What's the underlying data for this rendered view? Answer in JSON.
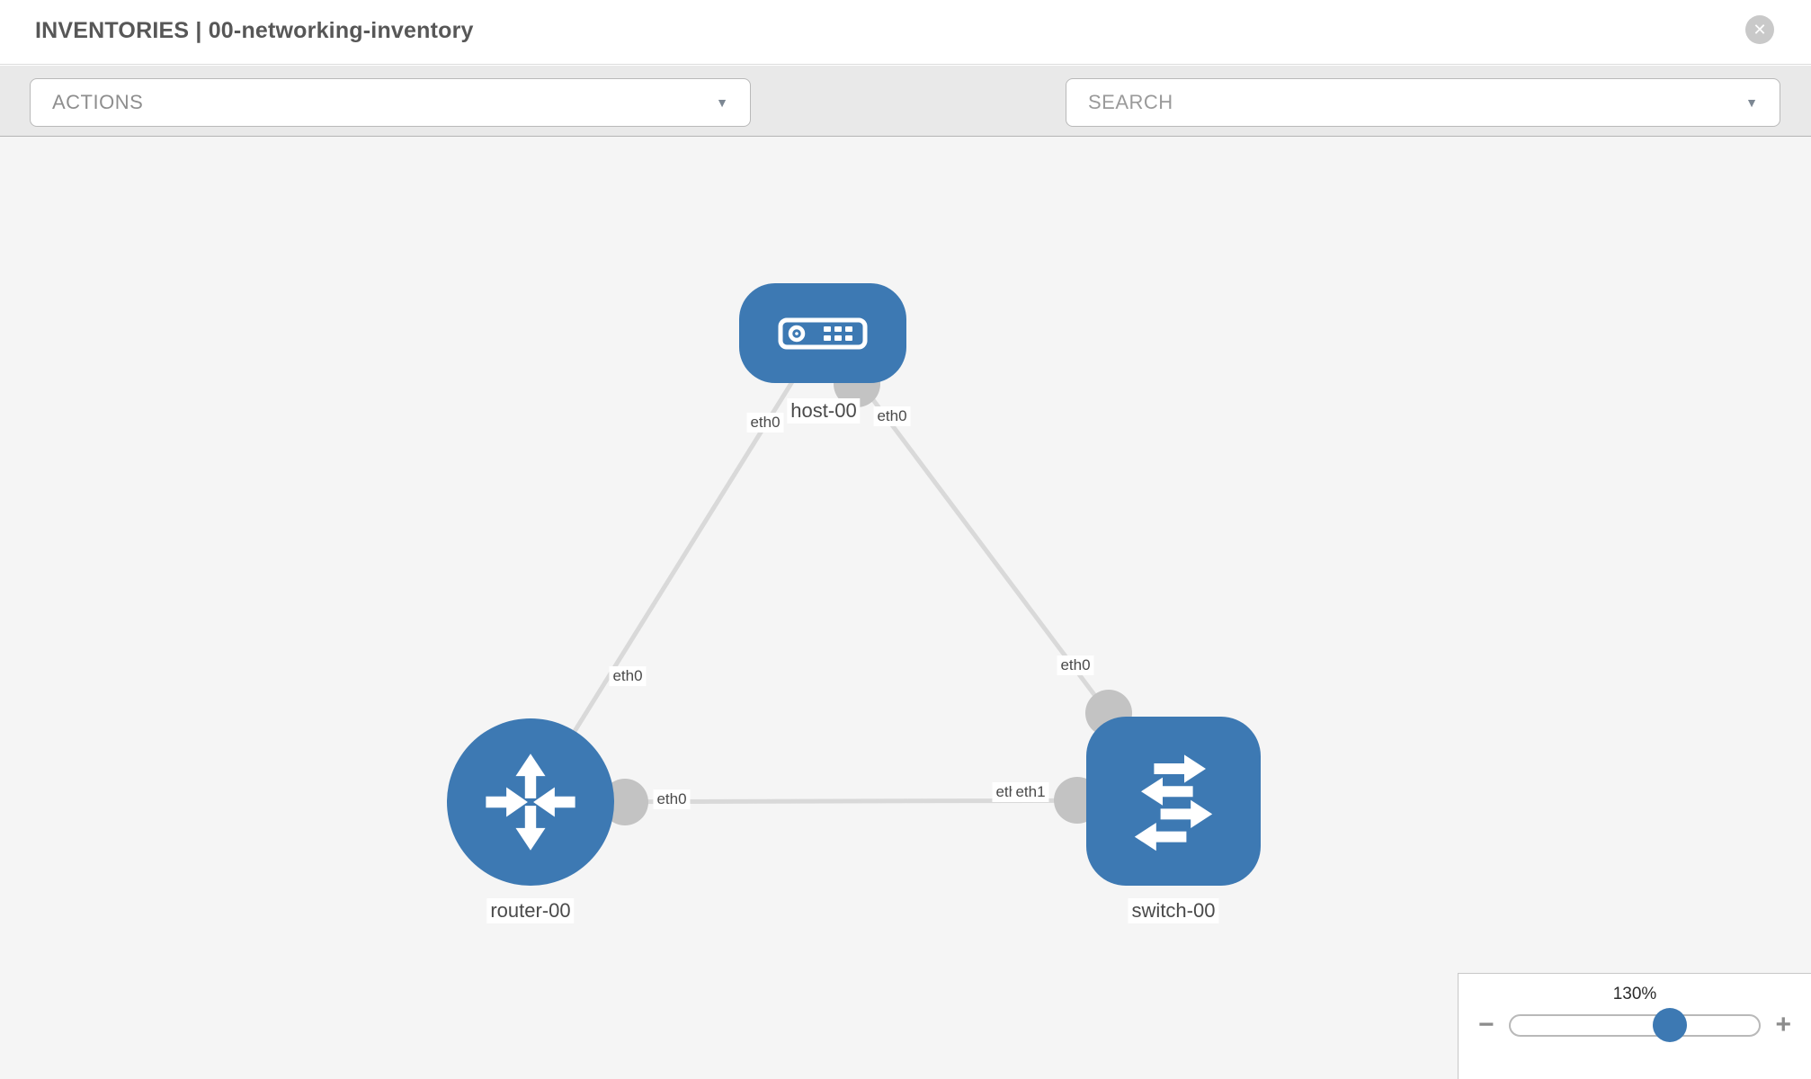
{
  "header": {
    "title": "INVENTORIES | 00-networking-inventory",
    "close_glyph": "✕"
  },
  "toolbar": {
    "actions_label": "ACTIONS",
    "search_placeholder": "SEARCH",
    "caret_glyph": "▼"
  },
  "canvas": {
    "nodes": [
      {
        "id": "host-00",
        "type": "host",
        "label": "host-00"
      },
      {
        "id": "router-00",
        "type": "router",
        "label": "router-00"
      },
      {
        "id": "switch-00",
        "type": "switch",
        "label": "switch-00"
      }
    ],
    "links": [
      {
        "from": "host-00",
        "from_port": "eth0",
        "to": "router-00",
        "to_port": "eth0"
      },
      {
        "from": "host-00",
        "from_port": "eth0",
        "to": "switch-00",
        "to_port": "eth0"
      },
      {
        "from": "router-00",
        "from_port": "eth0",
        "to": "switch-00",
        "to_port": "eth1"
      }
    ],
    "port_labels": [
      {
        "text": "eth0"
      },
      {
        "text": "eth0"
      },
      {
        "text": "eth0"
      },
      {
        "text": "eth0"
      },
      {
        "text": "eth0"
      },
      {
        "text": "eth0"
      },
      {
        "text": "eth1"
      }
    ]
  },
  "zoom_control": {
    "value": "130%",
    "zoom_out_glyph": "−",
    "zoom_in_glyph": "+"
  },
  "colors": {
    "node_blue": "#3d79b3",
    "port_gray": "#c3c3c3",
    "link_gray": "#d9d9d9"
  }
}
